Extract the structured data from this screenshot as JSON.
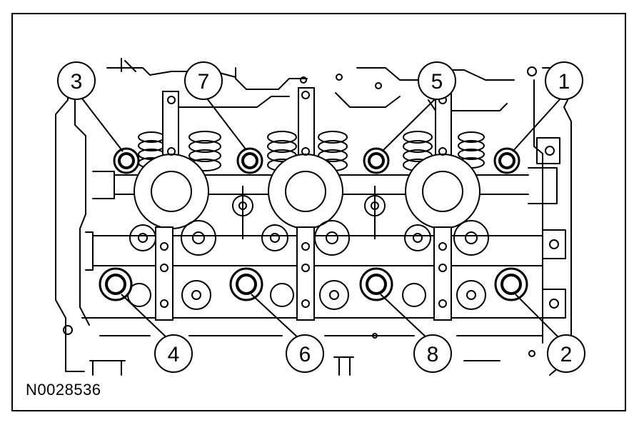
{
  "figure_id": "N0028536",
  "callouts": [
    "1",
    "2",
    "3",
    "4",
    "5",
    "6",
    "7",
    "8"
  ],
  "colors": {
    "line": "#000000",
    "background": "#ffffff"
  }
}
